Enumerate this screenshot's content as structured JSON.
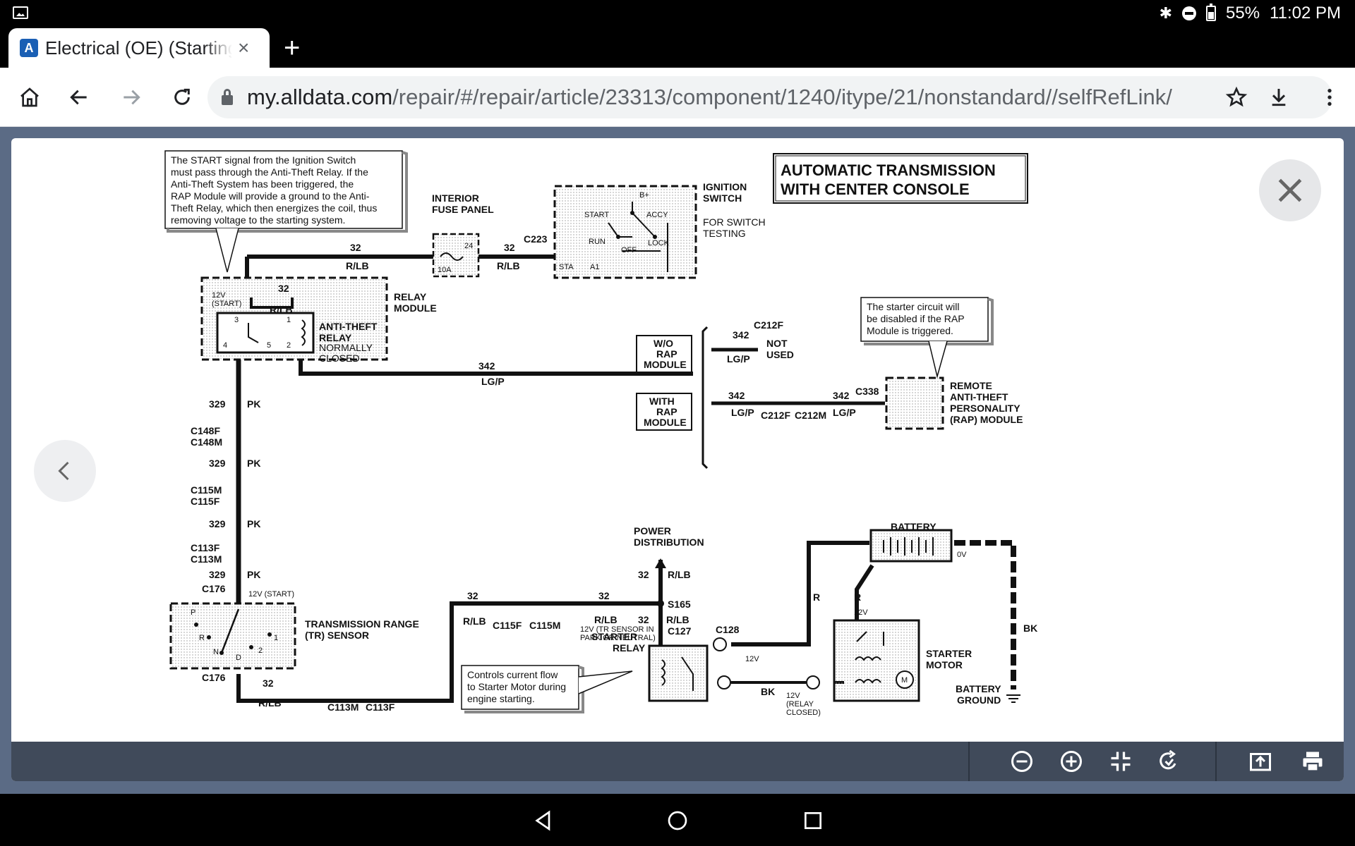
{
  "status_bar": {
    "battery": "55%",
    "time": "11:02 PM"
  },
  "tab": {
    "favicon": "A",
    "title": "Electrical (OE) (Starting System)",
    "close": "×"
  },
  "new_tab": "+",
  "url": {
    "host": "my.alldata.com",
    "path": "/repair/#/repair/article/23313/component/1240/itype/21/nonstandard//selfRefLink/"
  },
  "diagram": {
    "title_line1": "AUTOMATIC TRANSMISSION",
    "title_line2": "WITH CENTER CONSOLE",
    "note_top": [
      "The START signal from the Ignition Switch",
      "must pass through the Anti-Theft Relay. If the",
      "Anti-Theft System has been triggered, the",
      "RAP Module will provide a ground to the Anti-",
      "Theft Relay, which then energizes the coil, thus",
      "removing voltage to the starting system."
    ],
    "note_rap": [
      "The starter circuit will",
      "be disabled if the RAP",
      "Module is triggered."
    ],
    "note_starter": [
      "Controls current flow",
      "to Starter Motor during",
      "engine starting."
    ],
    "interior_fuse_panel": [
      "INTERIOR",
      "FUSE PANEL"
    ],
    "ignition_switch": [
      "IGNITION",
      "SWITCH"
    ],
    "for_switch_testing": [
      "FOR SWITCH",
      "TESTING"
    ],
    "relay_module": [
      "RELAY",
      "MODULE"
    ],
    "anti_theft_relay": [
      "ANTI-THEFT",
      "RELAY"
    ],
    "normally_closed": [
      "NORMALLY",
      "CLOSED"
    ],
    "wo_rap": [
      "W/O",
      "RAP",
      "MODULE"
    ],
    "with_rap": [
      "WITH",
      "RAP",
      "MODULE"
    ],
    "not_used": [
      "NOT",
      "USED"
    ],
    "remote_rap": [
      "REMOTE",
      "ANTI-THEFT",
      "PERSONALITY",
      "(RAP) MODULE"
    ],
    "tr_sensor": [
      "TRANSMISSION RANGE",
      "(TR) SENSOR"
    ],
    "power_distribution": [
      "POWER",
      "DISTRIBUTION"
    ],
    "battery": "BATTERY",
    "starter_relay": [
      "STARTER",
      "RELAY"
    ],
    "starter_motor": [
      "STARTER",
      "MOTOR"
    ],
    "battery_ground": [
      "BATTERY",
      "GROUND"
    ],
    "tr_sensor_note": [
      "12V (TR SENSOR IN",
      "PARK OR NEUTRAL)"
    ],
    "relay_closed": [
      "12V",
      "(RELAY",
      "CLOSED)"
    ],
    "wire_labels": {
      "c32": "32",
      "c329": "329",
      "c342": "342",
      "rlb": "R/LB",
      "pk": "PK",
      "lgp": "LG/P",
      "r": "R",
      "bk": "BK",
      "start12v": "12V (START)",
      "v12": "12V",
      "v0": "0V"
    },
    "connectors": {
      "c223": "C223",
      "c212f": "C212F",
      "c212m": "C212M",
      "c338": "C338",
      "c148f": "C148F",
      "c148m": "C148M",
      "c115m": "C115M",
      "c115f": "C115F",
      "c113f": "C113F",
      "c113m": "C113M",
      "c176": "C176",
      "s165": "S165",
      "c127": "C127",
      "c128": "C128"
    },
    "switch_positions": [
      "START",
      "RUN",
      "OFF",
      "ACCY",
      "LOCK",
      "B+",
      "STA",
      "A1"
    ],
    "tr_positions": [
      "P",
      "R",
      "N",
      "D",
      "2",
      "1"
    ],
    "fuse": [
      "24",
      "10A"
    ],
    "relay_pins": [
      "12V",
      "(START)",
      "3",
      "1",
      "4",
      "5",
      "2"
    ]
  },
  "icons": [
    "close-icon",
    "chevron-left-icon",
    "zoom-out-icon",
    "zoom-in-icon",
    "fit-screen-icon",
    "rotate-icon",
    "share-icon",
    "print-icon"
  ]
}
